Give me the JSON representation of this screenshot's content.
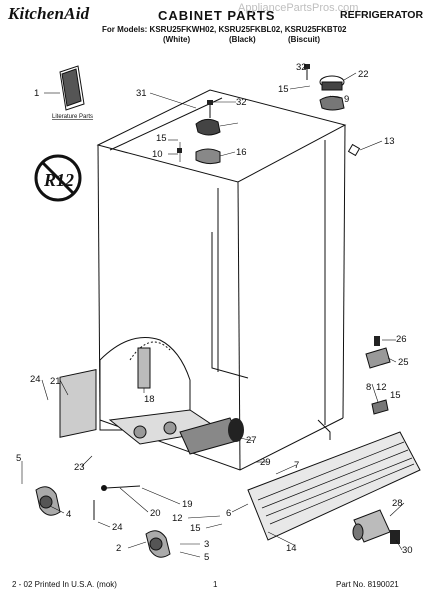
{
  "header": {
    "brand": "KitchenAid",
    "title": "CABINET PARTS",
    "category": "REFRIGERATOR",
    "models_line": "For Models: KSRU25FKWH02, KSRU25FKBL02, KSRU25FKBT02",
    "colors": [
      "(White)",
      "(Black)",
      "(Biscuit)"
    ],
    "watermark": "AppliancePartsPros.com"
  },
  "diagram": {
    "literature_label": "Literature Parts",
    "r12_label": "R12",
    "callouts": [
      "1",
      "31",
      "32",
      "22",
      "15",
      "9",
      "32",
      "15",
      "10",
      "16",
      "13",
      "26",
      "25",
      "24",
      "21",
      "18",
      "8",
      "12",
      "15",
      "27",
      "5",
      "23",
      "29",
      "7",
      "4",
      "20",
      "19",
      "6",
      "28",
      "24",
      "2",
      "15",
      "12",
      "3",
      "5",
      "14",
      "30"
    ]
  },
  "footer": {
    "left": "2 - 02 Printed In U.S.A. (mok)",
    "page": "1",
    "part_no": "Part No. 8190021"
  }
}
